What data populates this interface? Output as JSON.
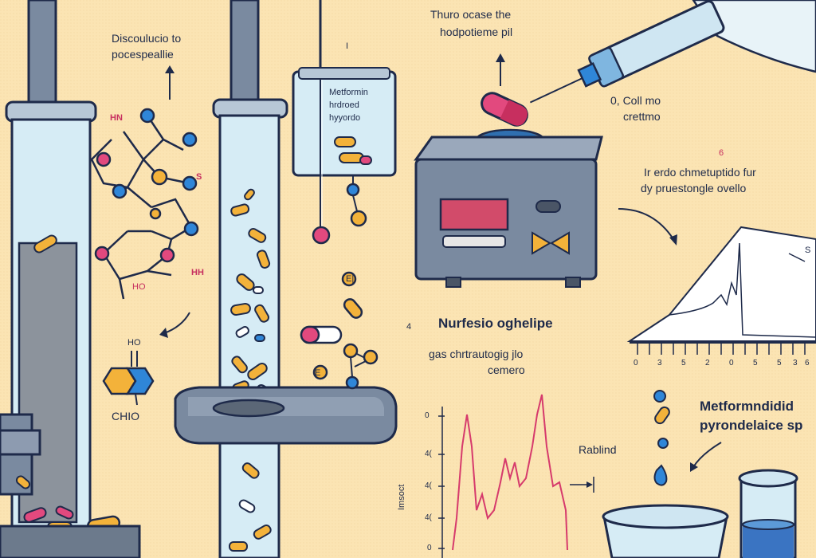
{
  "labels": {
    "dissolve_top": "Discoulucio to",
    "dissolve_bottom": "pocespeallie",
    "hn": "HN",
    "s_label": "S",
    "ho_left": "HO",
    "hh_left": "HH",
    "ho_small": "HO",
    "chio": "CHIO",
    "vial_line1": "Metformin",
    "vial_line2": "hrdroed",
    "vial_line3": "hyyordo",
    "step_one": "I",
    "step_marker_a": "E|",
    "step_marker_b": "E",
    "top_line1": "Thuro ocase the",
    "top_line2": "hodpotieme pil",
    "call_line1": "0, Coll mo",
    "call_line2": "crettmo",
    "step_six": "6",
    "ir_line1": "Ir erdo chmetuptido fur",
    "ir_line2": "dy pruestongle ovello",
    "nurfesio": "Nurfesio oghelipe",
    "gas_line1": "gas chrtrautogig jlo",
    "gas_line2": "cemero",
    "small_4": "4",
    "rablind": "Rablind",
    "metform_line1": "Metformndidid",
    "metform_line2": "pyrondelaice sp",
    "peak_s": "S",
    "y_axis_label": "Imsoct"
  },
  "chromatogram_ticks": [
    "0",
    "3",
    "5",
    "2",
    "0",
    "5",
    "5",
    "3",
    "6"
  ],
  "gc_axis_ticks": [
    "0",
    "4(",
    "4(",
    "4(",
    "0"
  ],
  "colors": {
    "background": "#fbe4b3",
    "glass": "#d6ecf5",
    "pink": "#e2497e",
    "orange": "#f3b23a",
    "blue": "#2f86d8",
    "navy": "#1e2a4a",
    "instrument": "#7a8aa0"
  }
}
